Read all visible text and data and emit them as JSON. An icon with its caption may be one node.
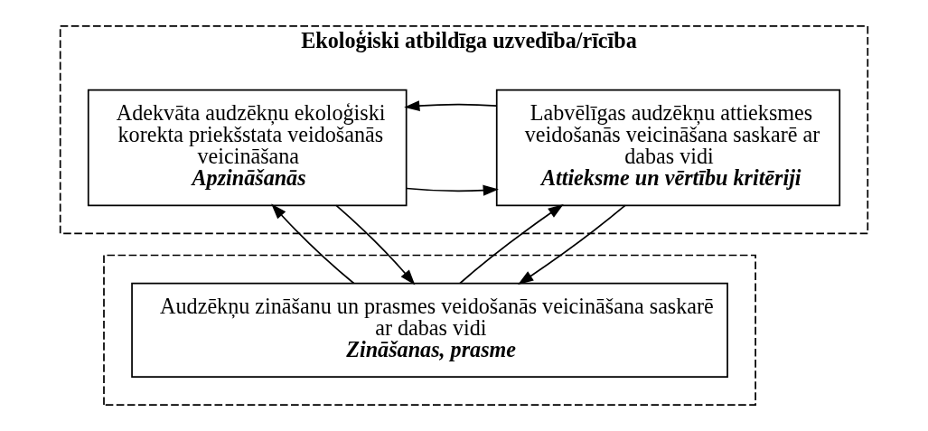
{
  "diagram": {
    "nodes": [
      {
        "text": [
          "Ekoloģiski atbildīga uzvedība/rīcība"
        ]
      },
      {
        "text": [
          "Adekvāta audzēkņu ekoloģiski korekta priekšstata veidošanās veicināšana",
          "Apzināšanās"
        ],
        "in": 0
      },
      {
        "text": [
          "Labvēlīgas audzēkņu attieksmes veidošanās veicināšana saskarē ar dabas vidi",
          "Attieksme un vērtību kritēriji"
        ],
        "in": 0
      },
      {
        "text": [],
        "shape": "box"
      },
      {
        "text": [
          "Audzēkņu zināšanu un prasmes veidošanās veicināšana saskarē ar dabas vidi",
          "Zināšanas, prasme"
        ],
        "in": 3
      }
    ],
    "edges": [
      {
        "from": 1,
        "to": 2,
        "arrow": "to"
      },
      {
        "from": 2,
        "to": 1,
        "arrow": "to"
      },
      {
        "from": 4,
        "to": 1,
        "arrow": "to"
      },
      {
        "from": 1,
        "to": 4,
        "arrow": "to"
      },
      {
        "from": 2,
        "to": 4,
        "arrow": "to"
      },
      {
        "from": 4,
        "to": 2,
        "arrow": "to"
      }
    ]
  }
}
